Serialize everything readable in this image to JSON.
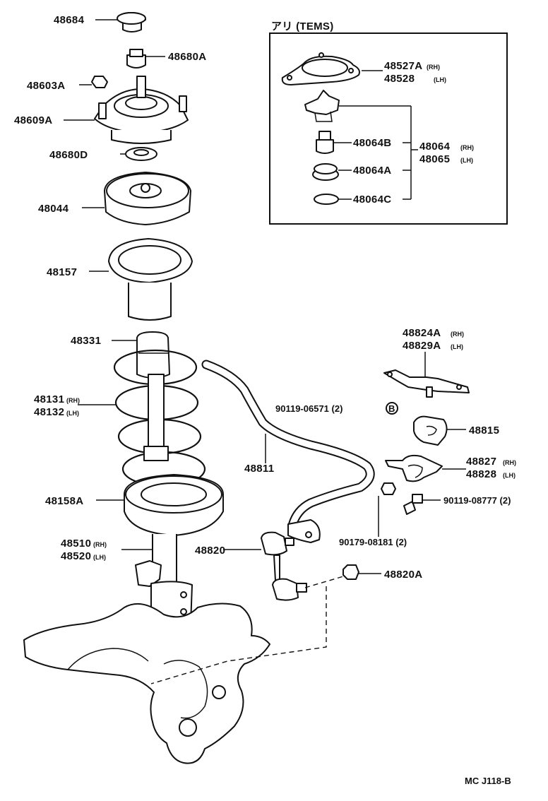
{
  "inset": {
    "title": "アリ (TEMS)"
  },
  "callouts": {
    "p48684": "48684",
    "p48680A": "48680A",
    "p48603A": "48603A",
    "p48609A": "48609A",
    "p48680D": "48680D",
    "p48044": "48044",
    "p48157": "48157",
    "p48331": "48331",
    "p48131": "48131",
    "p48131_side": "(RH)",
    "p48132": "48132",
    "p48132_side": "(LH)",
    "p48158A": "48158A",
    "p48510": "48510",
    "p48510_side": "(RH)",
    "p48520": "48520",
    "p48520_side": "(LH)",
    "p48527A": "48527A",
    "p48527A_side": "(RH)",
    "p48528": "48528",
    "p48528_side": "(LH)",
    "p48064B": "48064B",
    "p48064A": "48064A",
    "p48064C": "48064C",
    "p48064": "48064",
    "p48064_side": "(RH)",
    "p48065": "48065",
    "p48065_side": "(LH)",
    "p48824A": "48824A",
    "p48824A_side": "(RH)",
    "p48829A": "48829A",
    "p48829A_side": "(LH)",
    "p90119_06571": "90119-06571  (2)",
    "p90119_06571_mark": "B",
    "p48815": "48815",
    "p48811": "48811",
    "p48827": "48827",
    "p48827_side": "(RH)",
    "p48828": "48828",
    "p48828_side": "(LH)",
    "p90119_08777": "90119-08777  (2)",
    "p90179_08181": "90179-08181  (2)",
    "p48820": "48820",
    "p48820A": "48820A"
  },
  "diagram_code": "MC J118-B"
}
